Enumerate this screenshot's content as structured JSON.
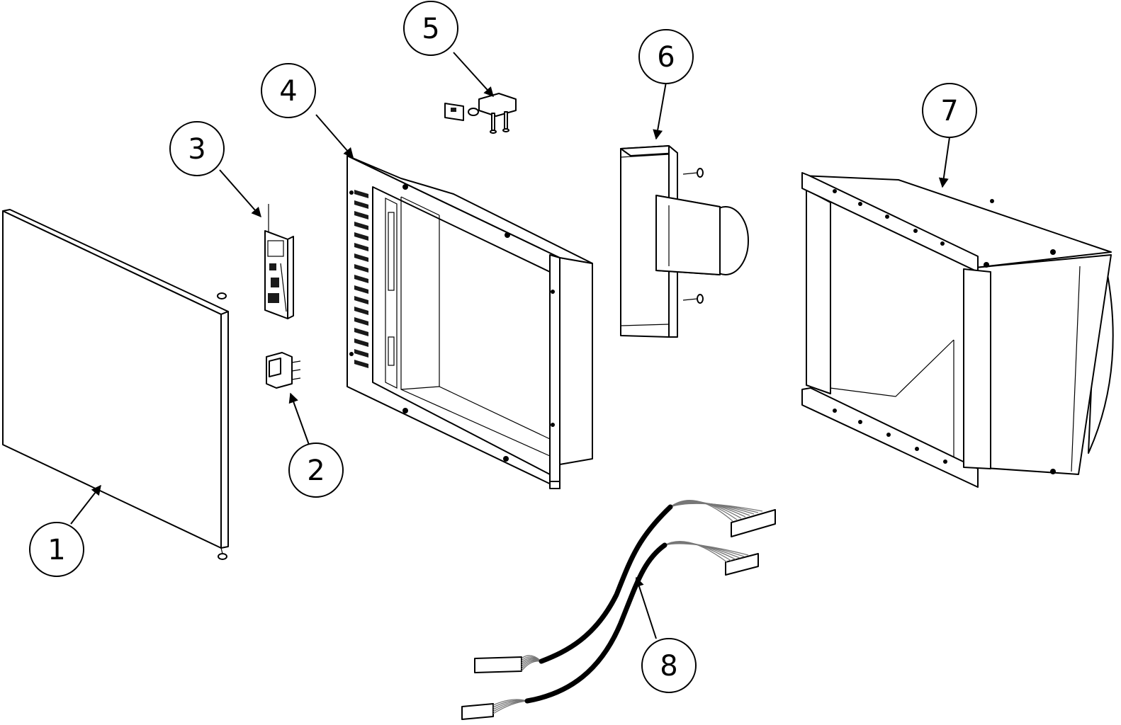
{
  "callouts": [
    {
      "id": "1",
      "label": "1"
    },
    {
      "id": "2",
      "label": "2"
    },
    {
      "id": "3",
      "label": "3"
    },
    {
      "id": "4",
      "label": "4"
    },
    {
      "id": "5",
      "label": "5"
    },
    {
      "id": "6",
      "label": "6"
    },
    {
      "id": "7",
      "label": "7"
    },
    {
      "id": "8",
      "label": "8"
    }
  ],
  "colors": {
    "line": "#000000",
    "background": "#ffffff",
    "wire": "#777777"
  }
}
